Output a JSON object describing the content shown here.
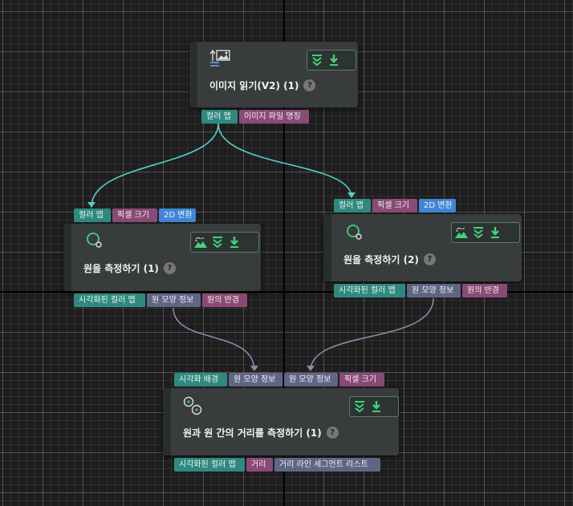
{
  "nodes": {
    "read_image": {
      "title": "이미지 읽기(V2) (1)",
      "help": "?",
      "outputs": [
        "컬러 맵",
        "이미지 파일 명칭"
      ]
    },
    "measure_circle_1": {
      "title": "원을 측정하기 (1)",
      "help": "?",
      "inputs": [
        "컬러 맵",
        "픽셀 크기",
        "2D 변환"
      ],
      "outputs": [
        "시각화된 컬러 맵",
        "원 모양 정보",
        "원의 반경"
      ]
    },
    "measure_circle_2": {
      "title": "원을 측정하기 (2)",
      "help": "?",
      "inputs": [
        "컬러 맵",
        "픽셀 크기",
        "2D 변환"
      ],
      "outputs": [
        "시각화된 컬러 맵",
        "원 모양 정보",
        "원의 반경"
      ]
    },
    "circle_distance": {
      "title": "원과 원 간의 거리를 측정하기 (1)",
      "help": "?",
      "inputs": [
        "시각화 배경",
        "원 모양 정보",
        "원 모양 정보",
        "픽셀 크기"
      ],
      "outputs": [
        "시각화된 컬러 맵",
        "거리",
        "거리 라인 세그먼트 리스트"
      ]
    }
  },
  "colors": {
    "port_teal": "#2e8a80",
    "port_purple": "#8a4a77",
    "port_blue": "#3f86d8",
    "port_slate": "#5f6685",
    "wire_cyan": "#4fd0cc",
    "wire_gray": "#8c88a8",
    "icon_green": "#3fd37a"
  },
  "icons": [
    "image-read-icon",
    "collapse-icon",
    "download-icon",
    "mountain-icon",
    "circle-measure-icon",
    "circle-distance-icon",
    "help-icon"
  ]
}
